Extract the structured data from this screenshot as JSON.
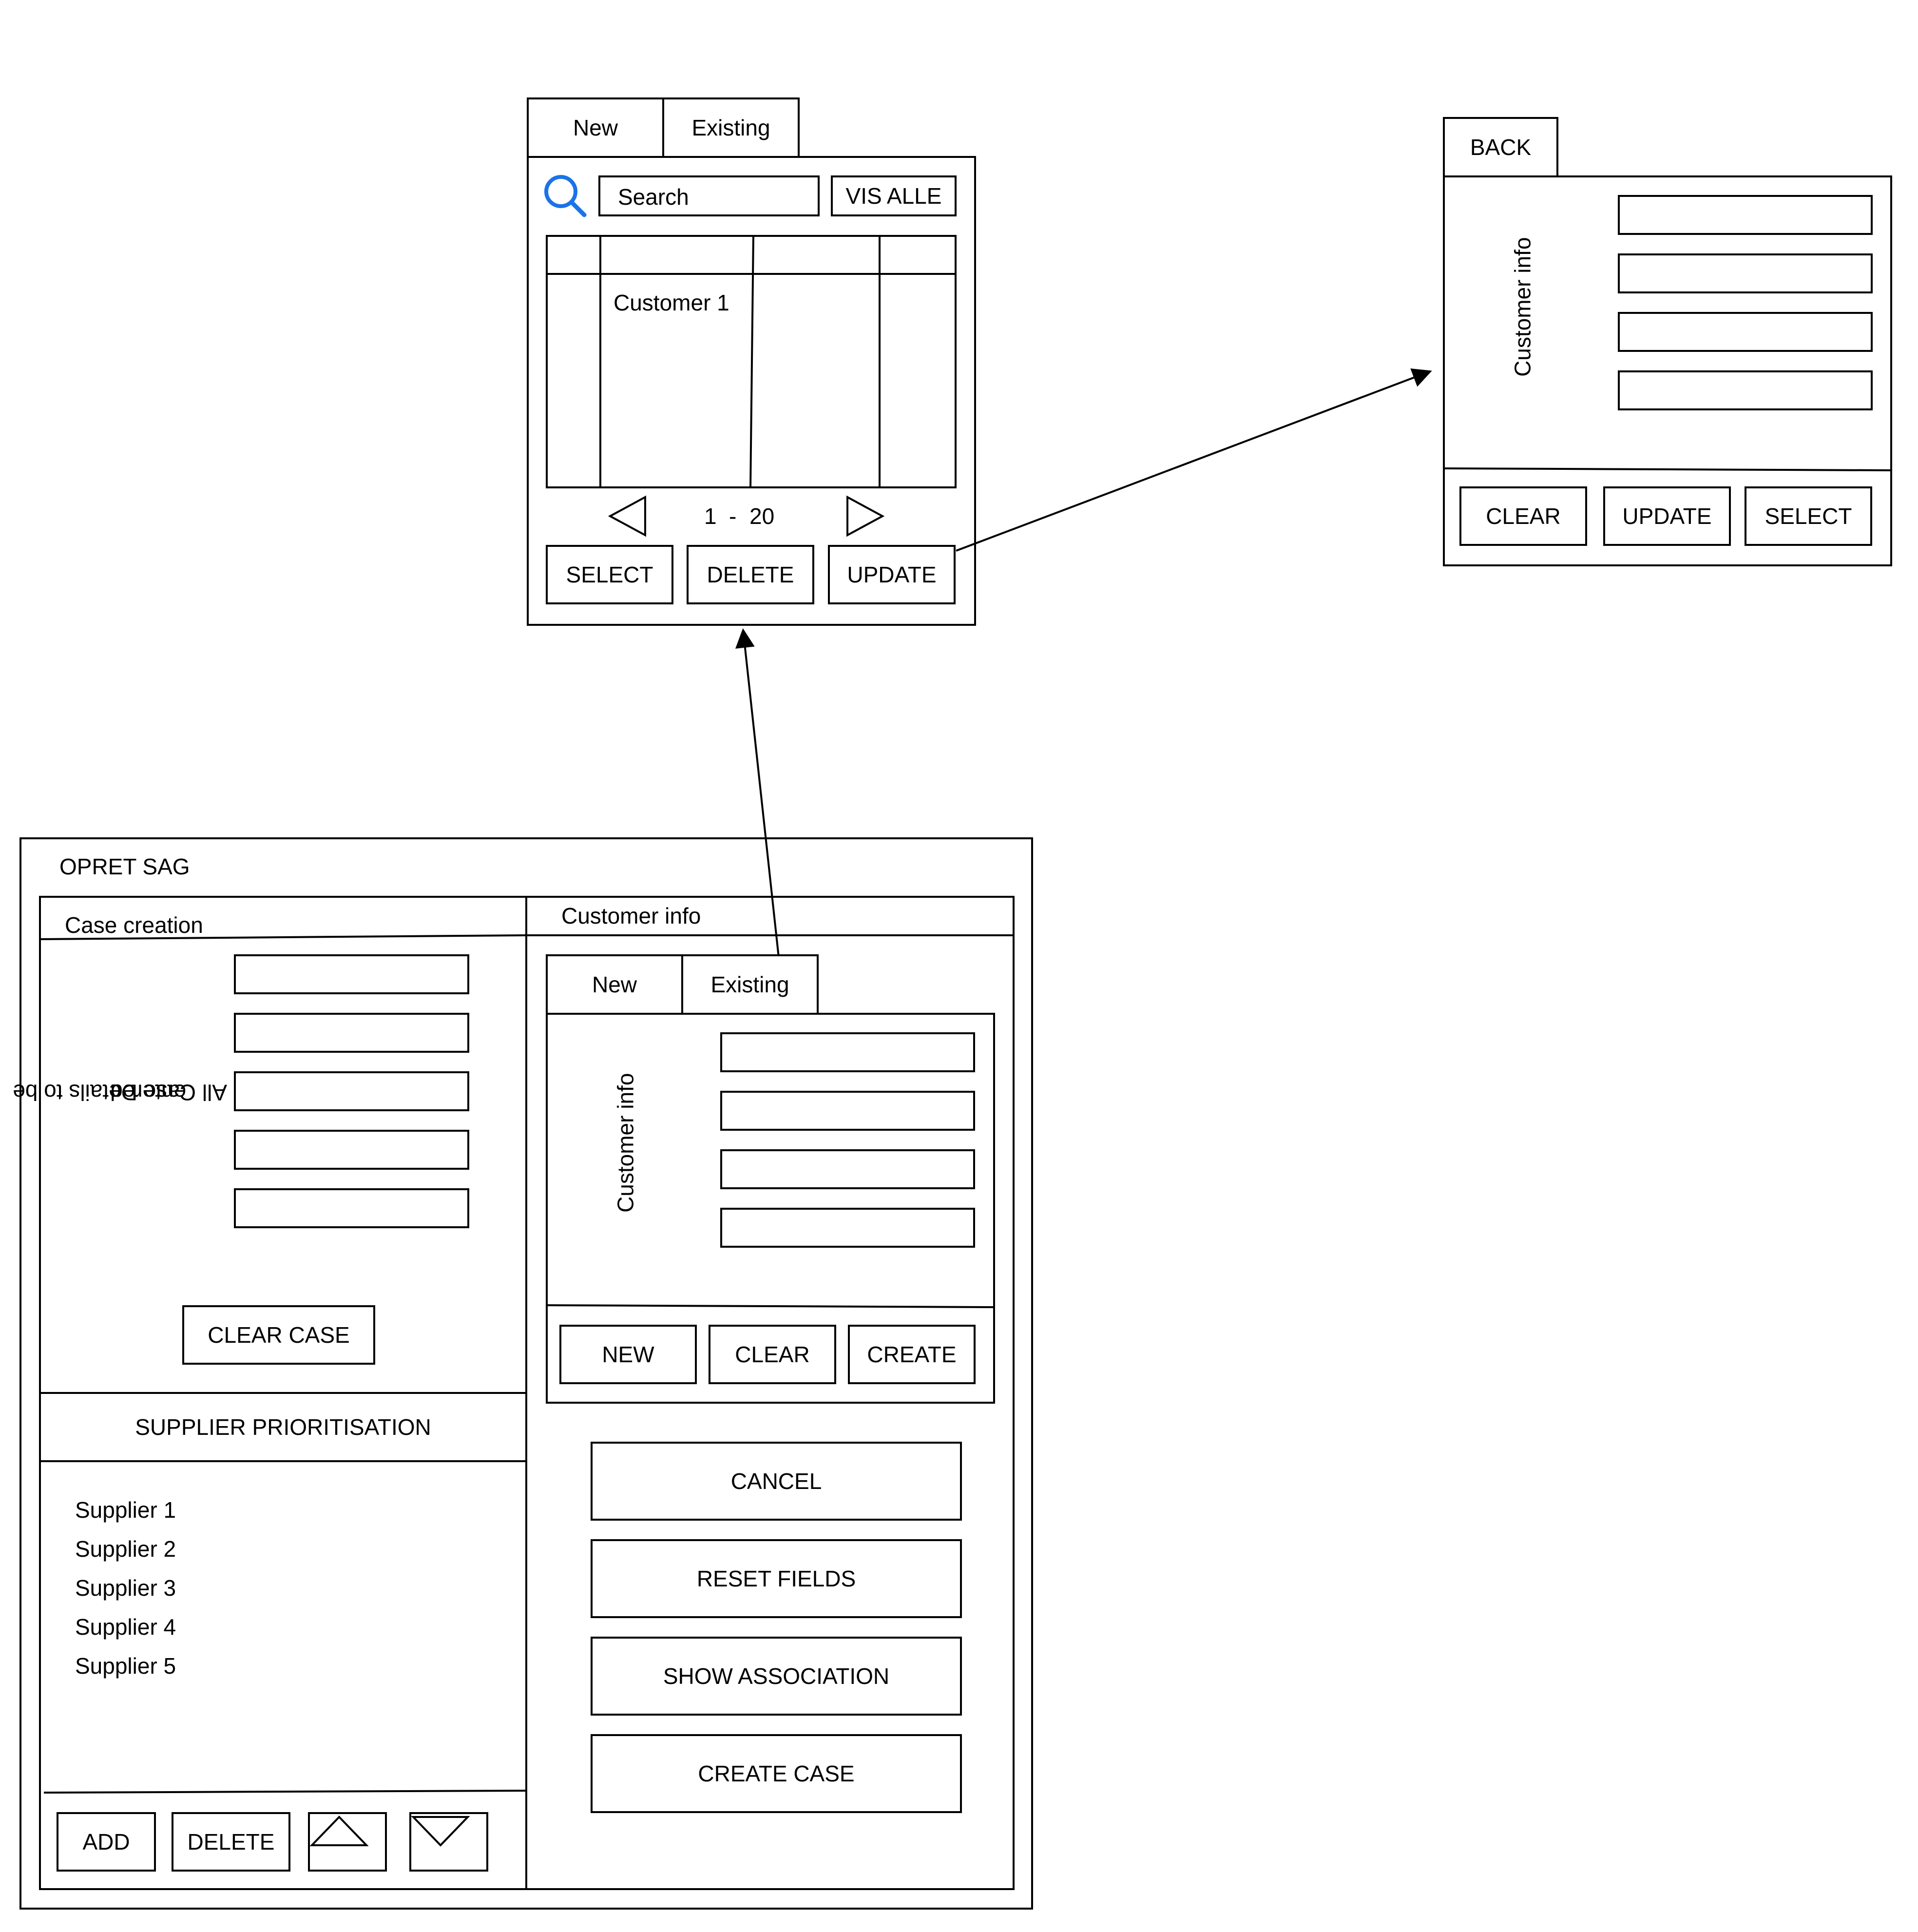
{
  "search_window": {
    "tabs": [
      "New",
      "Existing"
    ],
    "search_placeholder": "Search",
    "show_all_label": "VIS ALLE",
    "table": {
      "row_1_name": "Customer 1"
    },
    "pager": {
      "from": "1",
      "separator": "-",
      "to": "20"
    },
    "buttons": {
      "select": "SELECT",
      "delete": "DELETE",
      "update": "UPDATE"
    },
    "icons": {
      "search": "search-icon",
      "prev": "triangle-left-icon",
      "next": "triangle-right-icon"
    },
    "accent_color": "#1a73e8"
  },
  "customer_window": {
    "back_tab": "BACK",
    "section_label": "Customer info",
    "buttons": {
      "clear": "CLEAR",
      "update": "UPDATE",
      "select": "SELECT"
    }
  },
  "main_window": {
    "title": "OPRET SAG",
    "case_panel": {
      "header": "Case creation",
      "vertical_label_line1": "All Case Details to be",
      "vertical_label_line2": "entered",
      "clear_case": "CLEAR CASE"
    },
    "supplier_panel": {
      "header": "SUPPLIER PRIORITISATION",
      "items": [
        "Supplier 1",
        "Supplier 2",
        "Supplier 3",
        "Supplier 4",
        "Supplier 5"
      ],
      "buttons": {
        "add": "ADD",
        "delete": "DELETE"
      },
      "icons": {
        "up": "move-up-icon",
        "down": "move-down-icon"
      }
    },
    "customer_panel": {
      "header": "Customer info",
      "tabs": [
        "New",
        "Existing"
      ],
      "section_label": "Customer info",
      "buttons": {
        "new": "NEW",
        "clear": "CLEAR",
        "create": "CREATE"
      }
    },
    "actions": {
      "cancel": "CANCEL",
      "reset": "RESET FIELDS",
      "show_association": "SHOW ASSOCIATION",
      "create_case": "CREATE CASE"
    }
  }
}
